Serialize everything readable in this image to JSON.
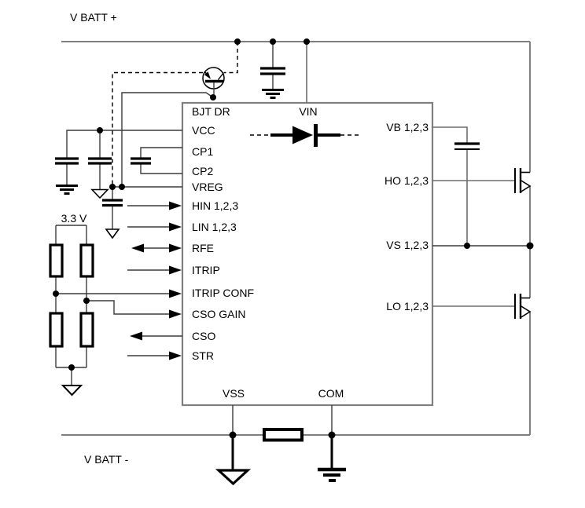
{
  "diagram": {
    "rails": {
      "top": "V BATT +",
      "bottom": "V BATT -"
    },
    "supply_label": "3.3 V",
    "ic": {
      "left_pins": [
        "BJT DR",
        "VCC",
        "CP1",
        "CP2",
        "VREG",
        "HIN 1,2,3",
        "LIN 1,2,3",
        "RFE",
        "ITRIP",
        "ITRIP CONF",
        "CSO GAIN",
        "CSO",
        "STR"
      ],
      "top_pins": [
        "VIN"
      ],
      "bottom_pins": [
        "VSS",
        "COM"
      ],
      "right_pins": [
        "VB 1,2,3",
        "HO 1,2,3",
        "VS 1,2,3",
        "LO 1,2,3"
      ]
    },
    "symbols": [
      "external-bjt",
      "bootstrap-diode",
      "bootstrap-capacitor",
      "charge-pump-capacitor",
      "vcc-capacitors",
      "vreg-capacitor",
      "resistor-divider",
      "high-side-mosfet",
      "low-side-mosfet",
      "shunt-resistor",
      "earth-ground",
      "signal-ground"
    ],
    "colors": {
      "wire_gray": "#7f7f7f",
      "wire_dark": "#3c3c3c",
      "symbol_black": "#000000",
      "background": "#ffffff"
    }
  }
}
